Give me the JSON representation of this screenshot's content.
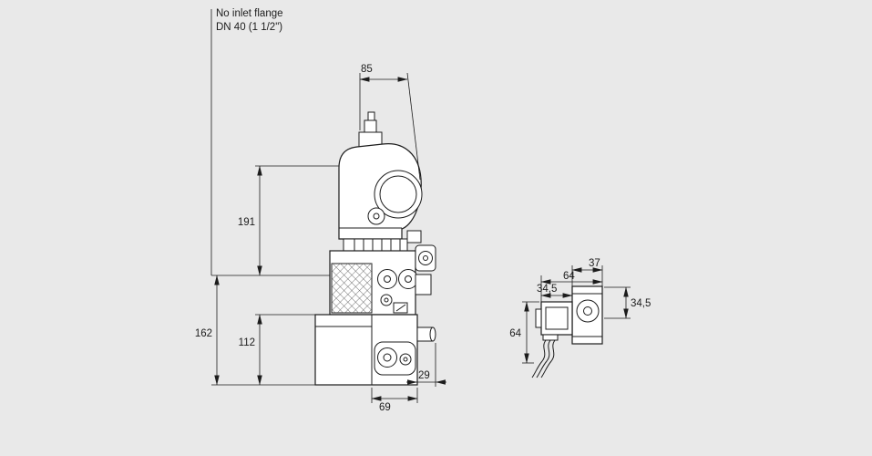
{
  "annotations": {
    "line1": "No inlet flange",
    "line2": "DN 40 (1 1/2\")"
  },
  "dimensions": {
    "main_view": {
      "top_width": "85",
      "upper_height": "191",
      "total_height": "162",
      "lower_height": "112",
      "bottom_width": "69",
      "outlet_depth": "29"
    },
    "side_view": {
      "plug_width": "34,5",
      "step_width": "37",
      "top_width": "64",
      "right_height": "34,5",
      "left_height": "64"
    }
  },
  "colors": {
    "background": "#e9e9e9",
    "line": "#1c1c1c",
    "fill": "#ffffff"
  }
}
